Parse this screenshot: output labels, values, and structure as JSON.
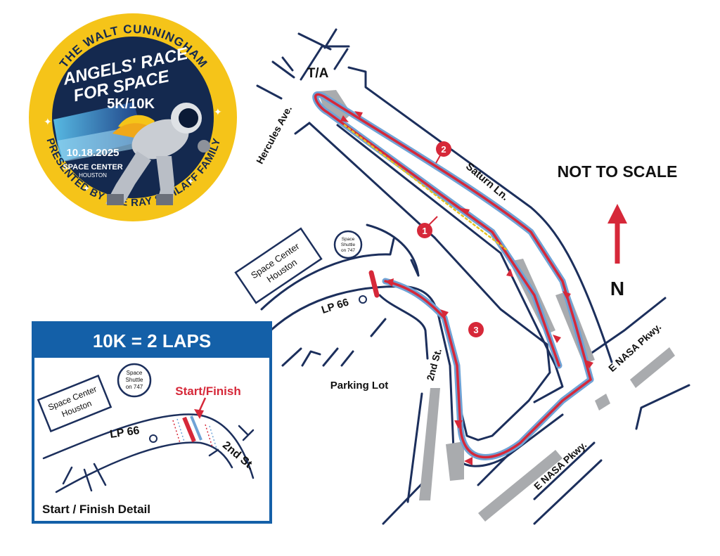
{
  "logo": {
    "top_arc": "THE WALT CUNNINGHAM",
    "bottom_arc": "PRESENTED BY THE RAY SCHLAFF FAMILY",
    "title_line1": "ANGELS' RACE",
    "title_line2": "FOR SPACE",
    "distance": "5K/10K",
    "date": "10.18.2025",
    "venue_line1": "SPACE CENTER",
    "venue_line2": "HOUSTON"
  },
  "map": {
    "scale_note": "NOT TO SCALE",
    "north": "N",
    "turnaround": "T/A",
    "streets": {
      "hercules": "Hercules Ave.",
      "saturn": "Saturn Ln.",
      "nasa_upper": "E NASA Pkwy.",
      "nasa_lower": "E NASA Pkwy.",
      "second": "2nd St.",
      "lp66": "LP 66"
    },
    "space_center": [
      "Space Center",
      "Houston"
    ],
    "shuttle": [
      "Space",
      "Shuttle",
      "on 747"
    ],
    "parking": "Parking Lot",
    "markers": [
      "1",
      "2",
      "3"
    ],
    "colors": {
      "route_red": "#d62839",
      "route_blue": "#6fa3d6",
      "road": "#1c2f5c",
      "gray": "#a9abae",
      "panel": "#1460a8"
    }
  },
  "inset": {
    "header": "10K = 2 LAPS",
    "start_finish": "Start/Finish",
    "space_center": [
      "Space Center",
      "Houston"
    ],
    "shuttle": [
      "Space",
      "Shuttle",
      "on 747"
    ],
    "lp66": "LP 66",
    "second": "2nd St.",
    "caption": "Start / Finish Detail"
  }
}
